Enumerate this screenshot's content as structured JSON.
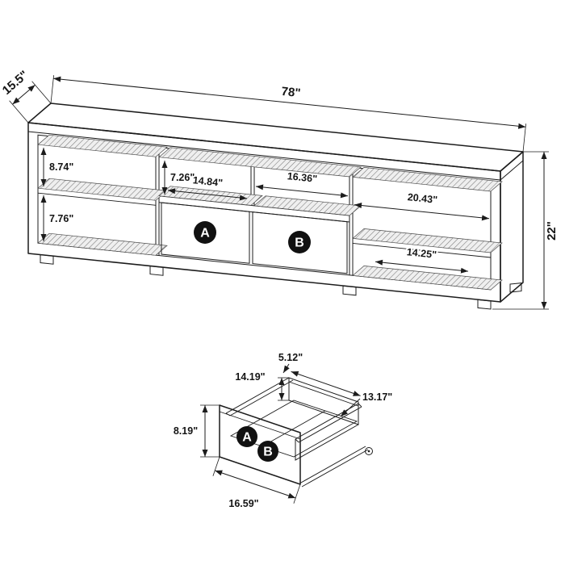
{
  "diagram": {
    "background": "#ffffff",
    "line_color": "#1c1c1c",
    "badge_color": "#111111"
  },
  "tv_stand": {
    "overall_width": "78\"",
    "overall_depth": "15.5\"",
    "overall_height": "22\"",
    "left_upper_shelf_height": "8.74\"",
    "left_lower_shelf_height": "7.76\"",
    "center_cubby_height": "7.26\"",
    "center_left_cubby_width": "14.84\"",
    "center_right_cubby_width": "16.36\"",
    "right_shelf_width": "20.43\"",
    "right_lower_width": "14.25\"",
    "drawer_a_label": "A",
    "drawer_b_label": "B"
  },
  "drawer": {
    "back_height": "5.12\"",
    "interior_width": "14.19\"",
    "side_depth": "13.17\"",
    "front_height": "8.19\"",
    "front_width": "16.59\"",
    "label_a": "A",
    "label_b": "B"
  }
}
